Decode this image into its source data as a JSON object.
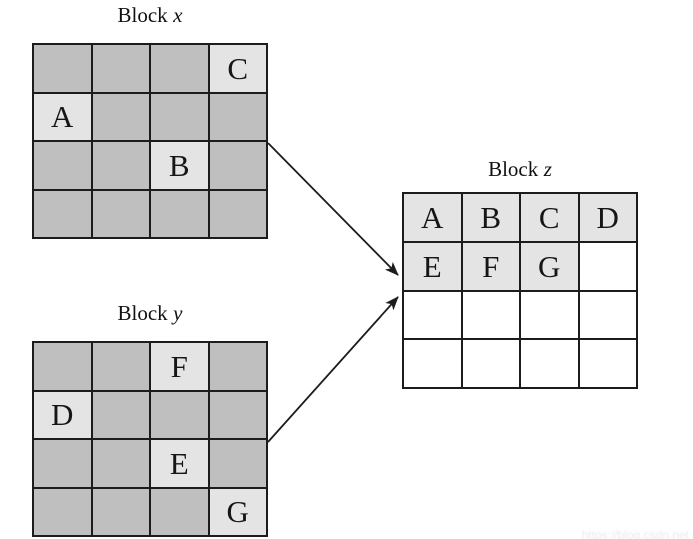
{
  "diagram": {
    "colors": {
      "background": "#ffffff",
      "grid_line": "#1c1c1c",
      "cell_dark": "#bfbfbf",
      "cell_light": "#e4e4e4",
      "cell_white": "#ffffff",
      "letter": "#161616"
    },
    "blocks": [
      {
        "id": "block-x",
        "title_text": "Block",
        "title_var": "x",
        "rows": 4,
        "cols": 4,
        "empty_style": "dark",
        "cells": [
          [
            "",
            "",
            "",
            "C"
          ],
          [
            "A",
            "",
            "",
            ""
          ],
          [
            "",
            "",
            "B",
            ""
          ],
          [
            "",
            "",
            "",
            ""
          ]
        ]
      },
      {
        "id": "block-y",
        "title_text": "Block",
        "title_var": "y",
        "rows": 4,
        "cols": 4,
        "empty_style": "dark",
        "cells": [
          [
            "",
            "",
            "F",
            ""
          ],
          [
            "D",
            "",
            "",
            ""
          ],
          [
            "",
            "",
            "E",
            ""
          ],
          [
            "",
            "",
            "",
            "G"
          ]
        ]
      },
      {
        "id": "block-z",
        "title_text": "Block",
        "title_var": "z",
        "rows": 4,
        "cols": 4,
        "empty_style": "white",
        "cells": [
          [
            "A",
            "B",
            "C",
            "D"
          ],
          [
            "E",
            "F",
            "G",
            ""
          ],
          [
            "",
            "",
            "",
            ""
          ],
          [
            "",
            "",
            "",
            ""
          ]
        ]
      }
    ],
    "arrows": [
      {
        "from": "block-x",
        "to": "block-z"
      },
      {
        "from": "block-y",
        "to": "block-z"
      }
    ]
  },
  "watermark": {
    "text": "https://blog.csdn.net"
  }
}
